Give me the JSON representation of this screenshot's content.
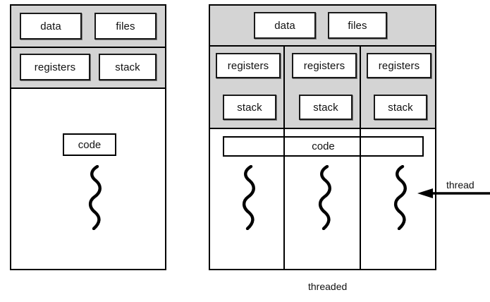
{
  "figure": {
    "title": "single-threaded and multithreaded process diagram",
    "colors": {
      "band_gray": "#d4d4d4",
      "outline_black": "#000000",
      "page_background": "#ffffff"
    }
  },
  "left_process": {
    "top_band": {
      "cells": [
        {
          "label": "data"
        },
        {
          "label": "files"
        }
      ]
    },
    "second_band": {
      "cells": [
        {
          "label": "registers"
        },
        {
          "label": "stack"
        }
      ]
    },
    "body": {
      "code_label": "code",
      "threads": [
        {
          "name": "squiggle-thread-1"
        }
      ]
    },
    "caption": ""
  },
  "right_process": {
    "top_band": {
      "cells": [
        {
          "label": "data"
        },
        {
          "label": "files"
        }
      ]
    },
    "columns": [
      {
        "registers_label": "registers",
        "stack_label": "stack"
      },
      {
        "registers_label": "registers",
        "stack_label": "stack"
      },
      {
        "registers_label": "registers",
        "stack_label": "stack"
      }
    ],
    "body": {
      "code_label": "code",
      "threads": [
        {
          "name": "squiggle-thread-1"
        },
        {
          "name": "squiggle-thread-2"
        },
        {
          "name": "squiggle-thread-3"
        }
      ]
    },
    "caption": "threaded"
  },
  "annotations": {
    "thread_label": "thread"
  }
}
